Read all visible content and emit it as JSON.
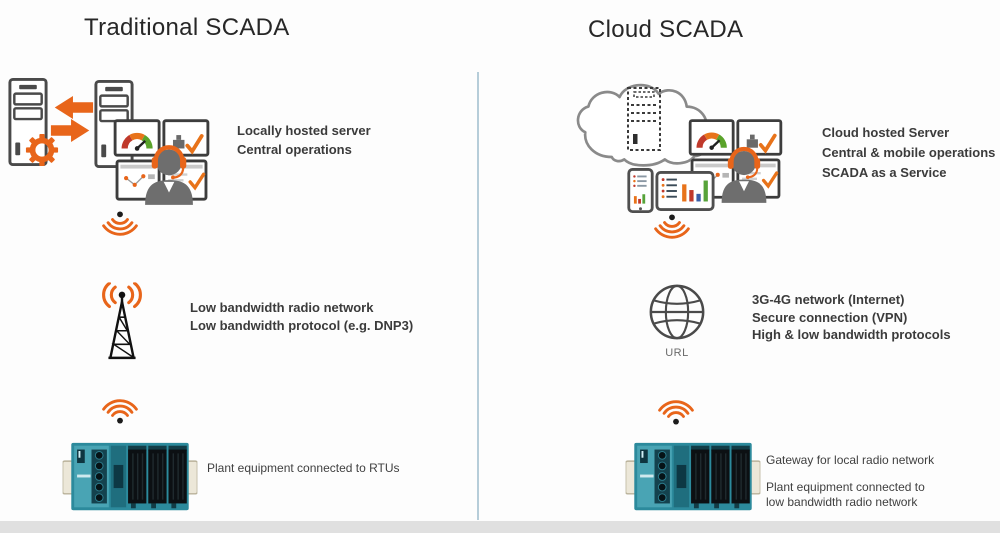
{
  "left": {
    "title": "Traditional SCADA",
    "server_caption": [
      "Locally hosted server",
      "Central operations"
    ],
    "network_caption": [
      "Low bandwidth radio network",
      "Low bandwidth protocol (e.g. DNP3)"
    ],
    "equipment_caption": [
      "Plant equipment connected to RTUs"
    ]
  },
  "right": {
    "title": "Cloud SCADA",
    "server_caption": [
      "Cloud hosted Server",
      "Central & mobile operations",
      "SCADA as a Service"
    ],
    "network_caption": [
      "3G-4G network (Internet)",
      "Secure connection (VPN)",
      "High & low bandwidth protocols"
    ],
    "globe_label": "URL",
    "equipment_caption_1": [
      "Gateway for local radio network"
    ],
    "equipment_caption_2": [
      "Plant equipment connected to",
      "low bandwidth radio network"
    ]
  },
  "icons": {
    "server-tower-icon": "outlined PC tower",
    "sync-arrows-icon": "orange transfer arrows",
    "gear-icon": "orange gear",
    "control-room-icon": "video wall monitors with operator wearing orange headset",
    "wifi-down-icon": "orange wifi radiating downward",
    "radio-tower-icon": "lattice antenna tower with orange radio waves",
    "wifi-up-icon": "orange wifi radiating upward",
    "rtu-device-icon": "teal RTU / PLC module rack",
    "cloud-icon": "cloud outline with dashed server inside",
    "globe-icon": "wireframe globe",
    "phone-icon": "smartphone with mini charts",
    "tablet-icon": "tablet with bar chart"
  },
  "colors": {
    "accent_orange": "#e8651a",
    "rtu_teal": "#2c8a9c",
    "divider": "#b6cdd9",
    "bottom_bar": "#e0e0e0",
    "text": "#3c3c3c"
  }
}
